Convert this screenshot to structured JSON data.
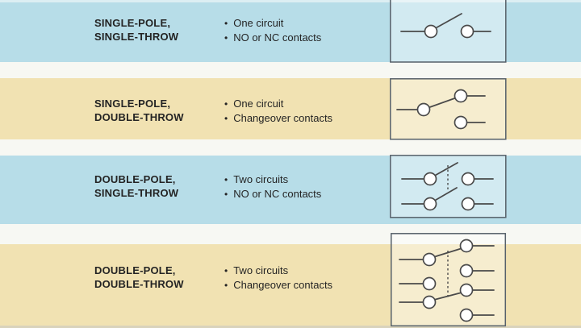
{
  "colors": {
    "blue_band": "#b7dde8",
    "beige_band": "#f1e2b2",
    "gap": "#f7f8f3",
    "top_strip": "#dceef3",
    "bottom_strip": "#d9d3bc",
    "box_border": "#57616a",
    "wire": "#4a4a4a",
    "contact_fill": "#ffffff",
    "text": "#242424"
  },
  "rows": [
    {
      "title_line1": "SINGLE-POLE,",
      "title_line2": "SINGLE-THROW",
      "bullets": [
        "One circuit",
        "NO or NC contacts"
      ],
      "symbol": "spst-switch-symbol"
    },
    {
      "title_line1": "SINGLE-POLE,",
      "title_line2": "DOUBLE-THROW",
      "bullets": [
        "One circuit",
        "Changeover contacts"
      ],
      "symbol": "spdt-switch-symbol"
    },
    {
      "title_line1": "DOUBLE-POLE,",
      "title_line2": "SINGLE-THROW",
      "bullets": [
        "Two circuits",
        "NO or NC contacts"
      ],
      "symbol": "dpst-switch-symbol"
    },
    {
      "title_line1": "DOUBLE-POLE,",
      "title_line2": "DOUBLE-THROW",
      "bullets": [
        "Two circuits",
        "Changeover contacts"
      ],
      "symbol": "dpdt-switch-symbol"
    }
  ]
}
